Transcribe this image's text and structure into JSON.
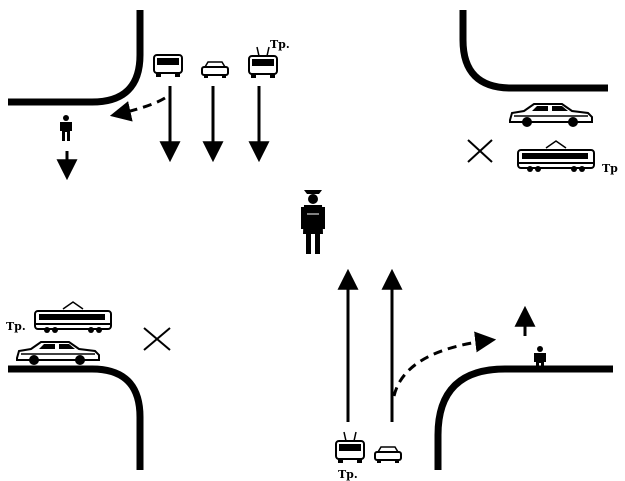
{
  "labels": {
    "trolley_top": "Тр.",
    "tram_top_right": "Тр",
    "tram_left": "Тр.",
    "trolley_bottom": "Тр."
  },
  "icons": {
    "bus": "bus-icon",
    "car": "car-icon",
    "trolleybus": "trolleybus-icon",
    "tram": "tram-icon",
    "pedestrian": "pedestrian-icon",
    "officer": "traffic-officer-icon",
    "prohibited": "cross-mark-icon"
  },
  "colors": {
    "ink": "#000000",
    "background": "#ffffff"
  }
}
